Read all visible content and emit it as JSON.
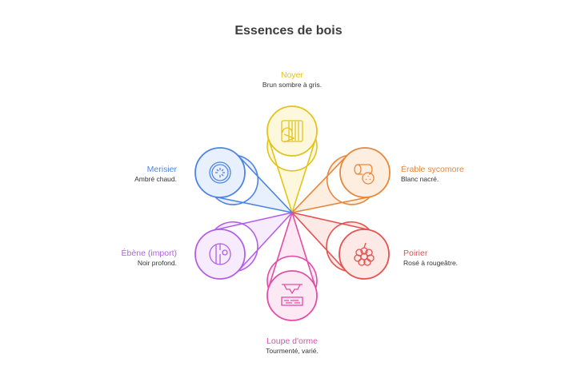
{
  "title": "Essences de bois",
  "items": [
    {
      "name": "Noyer",
      "desc": "Brun sombre à gris.",
      "icon": "wood-grain-icon",
      "color": "#e3c31a",
      "fill": "#fdf8dc"
    },
    {
      "name": "Érable sycomore",
      "desc": "Blanc nacré.",
      "icon": "log-icon",
      "color": "#e8873a",
      "fill": "#fdeee0"
    },
    {
      "name": "Poirier",
      "desc": "Rosé à rougeâtre.",
      "icon": "berry-icon",
      "color": "#e5514f",
      "fill": "#fde9e6"
    },
    {
      "name": "Loupe d'orme",
      "desc": "Tourmenté, varié.",
      "icon": "burl-wood-icon",
      "color": "#e04ea6",
      "fill": "#fde9f4"
    },
    {
      "name": "Ébène (import)",
      "desc": "Noir profond.",
      "icon": "wood-slice-icon",
      "color": "#b35ee8",
      "fill": "#f7ecfd"
    },
    {
      "name": "Merisier",
      "desc": "Ambré chaud.",
      "icon": "tree-ring-icon",
      "color": "#4d84e4",
      "fill": "#e9f0fd"
    }
  ]
}
